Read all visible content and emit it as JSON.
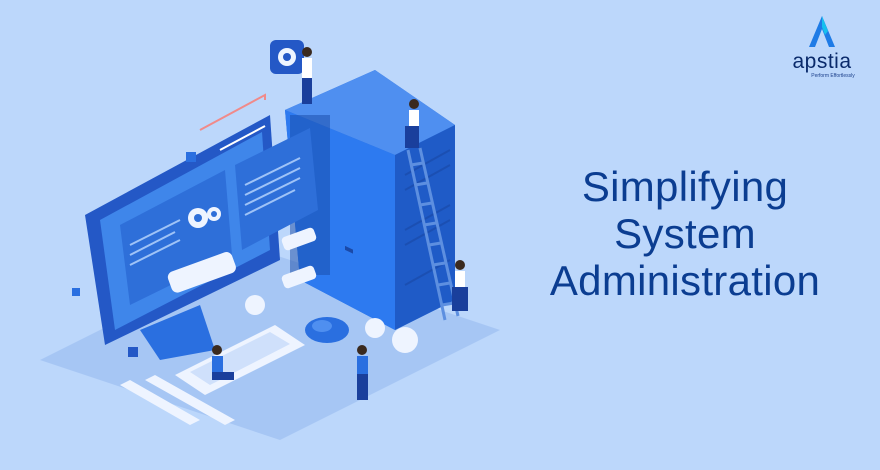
{
  "brand": {
    "name": "apstia",
    "tagline": "Perform Effortlessly"
  },
  "headline": {
    "line1": "Simplifying",
    "line2": "System",
    "line3": "Administration"
  },
  "colors": {
    "background": "#bcd7fb",
    "headline": "#0b3d91",
    "accent_blue": "#2a6fe0",
    "dark_blue": "#1a3f9c"
  },
  "icons": [
    "gear-icon",
    "server-icon",
    "monitor-icon",
    "keyboard-icon",
    "mouse-icon",
    "wrench-icon",
    "ladder-icon"
  ]
}
